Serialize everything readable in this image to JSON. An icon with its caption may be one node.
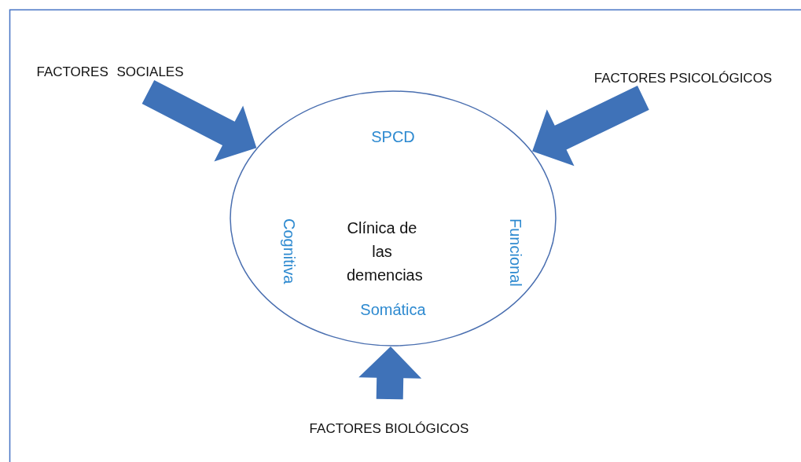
{
  "diagram": {
    "nodes": [
      {
        "text": [
          "FACTORES SOCIALES"
        ]
      },
      {
        "text": [
          "FACTORES PSICOLÓGICOS"
        ]
      },
      {
        "text": [
          "SPCD",
          "Cognitiva",
          "Clínica de las demencias",
          "Funcional",
          "Somática"
        ]
      },
      {
        "text": [
          "FACTORES BIOLÓGICOS"
        ]
      }
    ],
    "edges": [
      {
        "from": 0,
        "to": 2,
        "arrow": "to",
        "style": "thick"
      },
      {
        "from": 1,
        "to": 2,
        "arrow": "to",
        "style": "thick"
      },
      {
        "from": 3,
        "to": 2,
        "arrow": "to",
        "style": "thick"
      }
    ]
  }
}
